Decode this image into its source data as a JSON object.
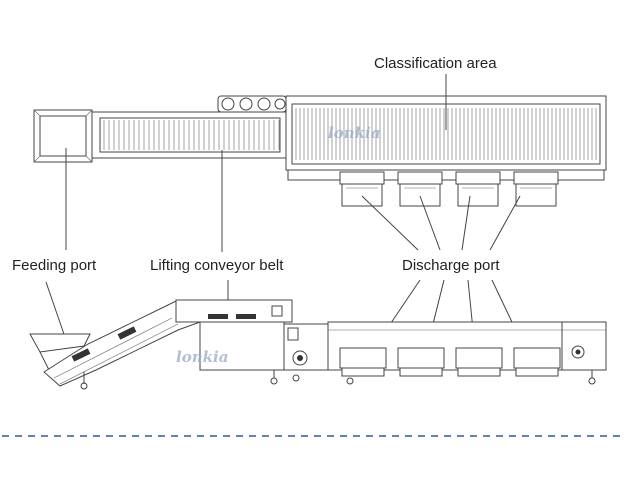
{
  "labels": {
    "classification_area": "Classification area",
    "feeding_port": "Feeding port",
    "lifting_conveyor_belt": "Lifting conveyor belt",
    "discharge_port": "Discharge port"
  },
  "logo_text": "lonkia",
  "colors": {
    "line": "#444444",
    "text": "#222222",
    "divider": "#2f5d96",
    "logo": "#9aa8c8"
  }
}
